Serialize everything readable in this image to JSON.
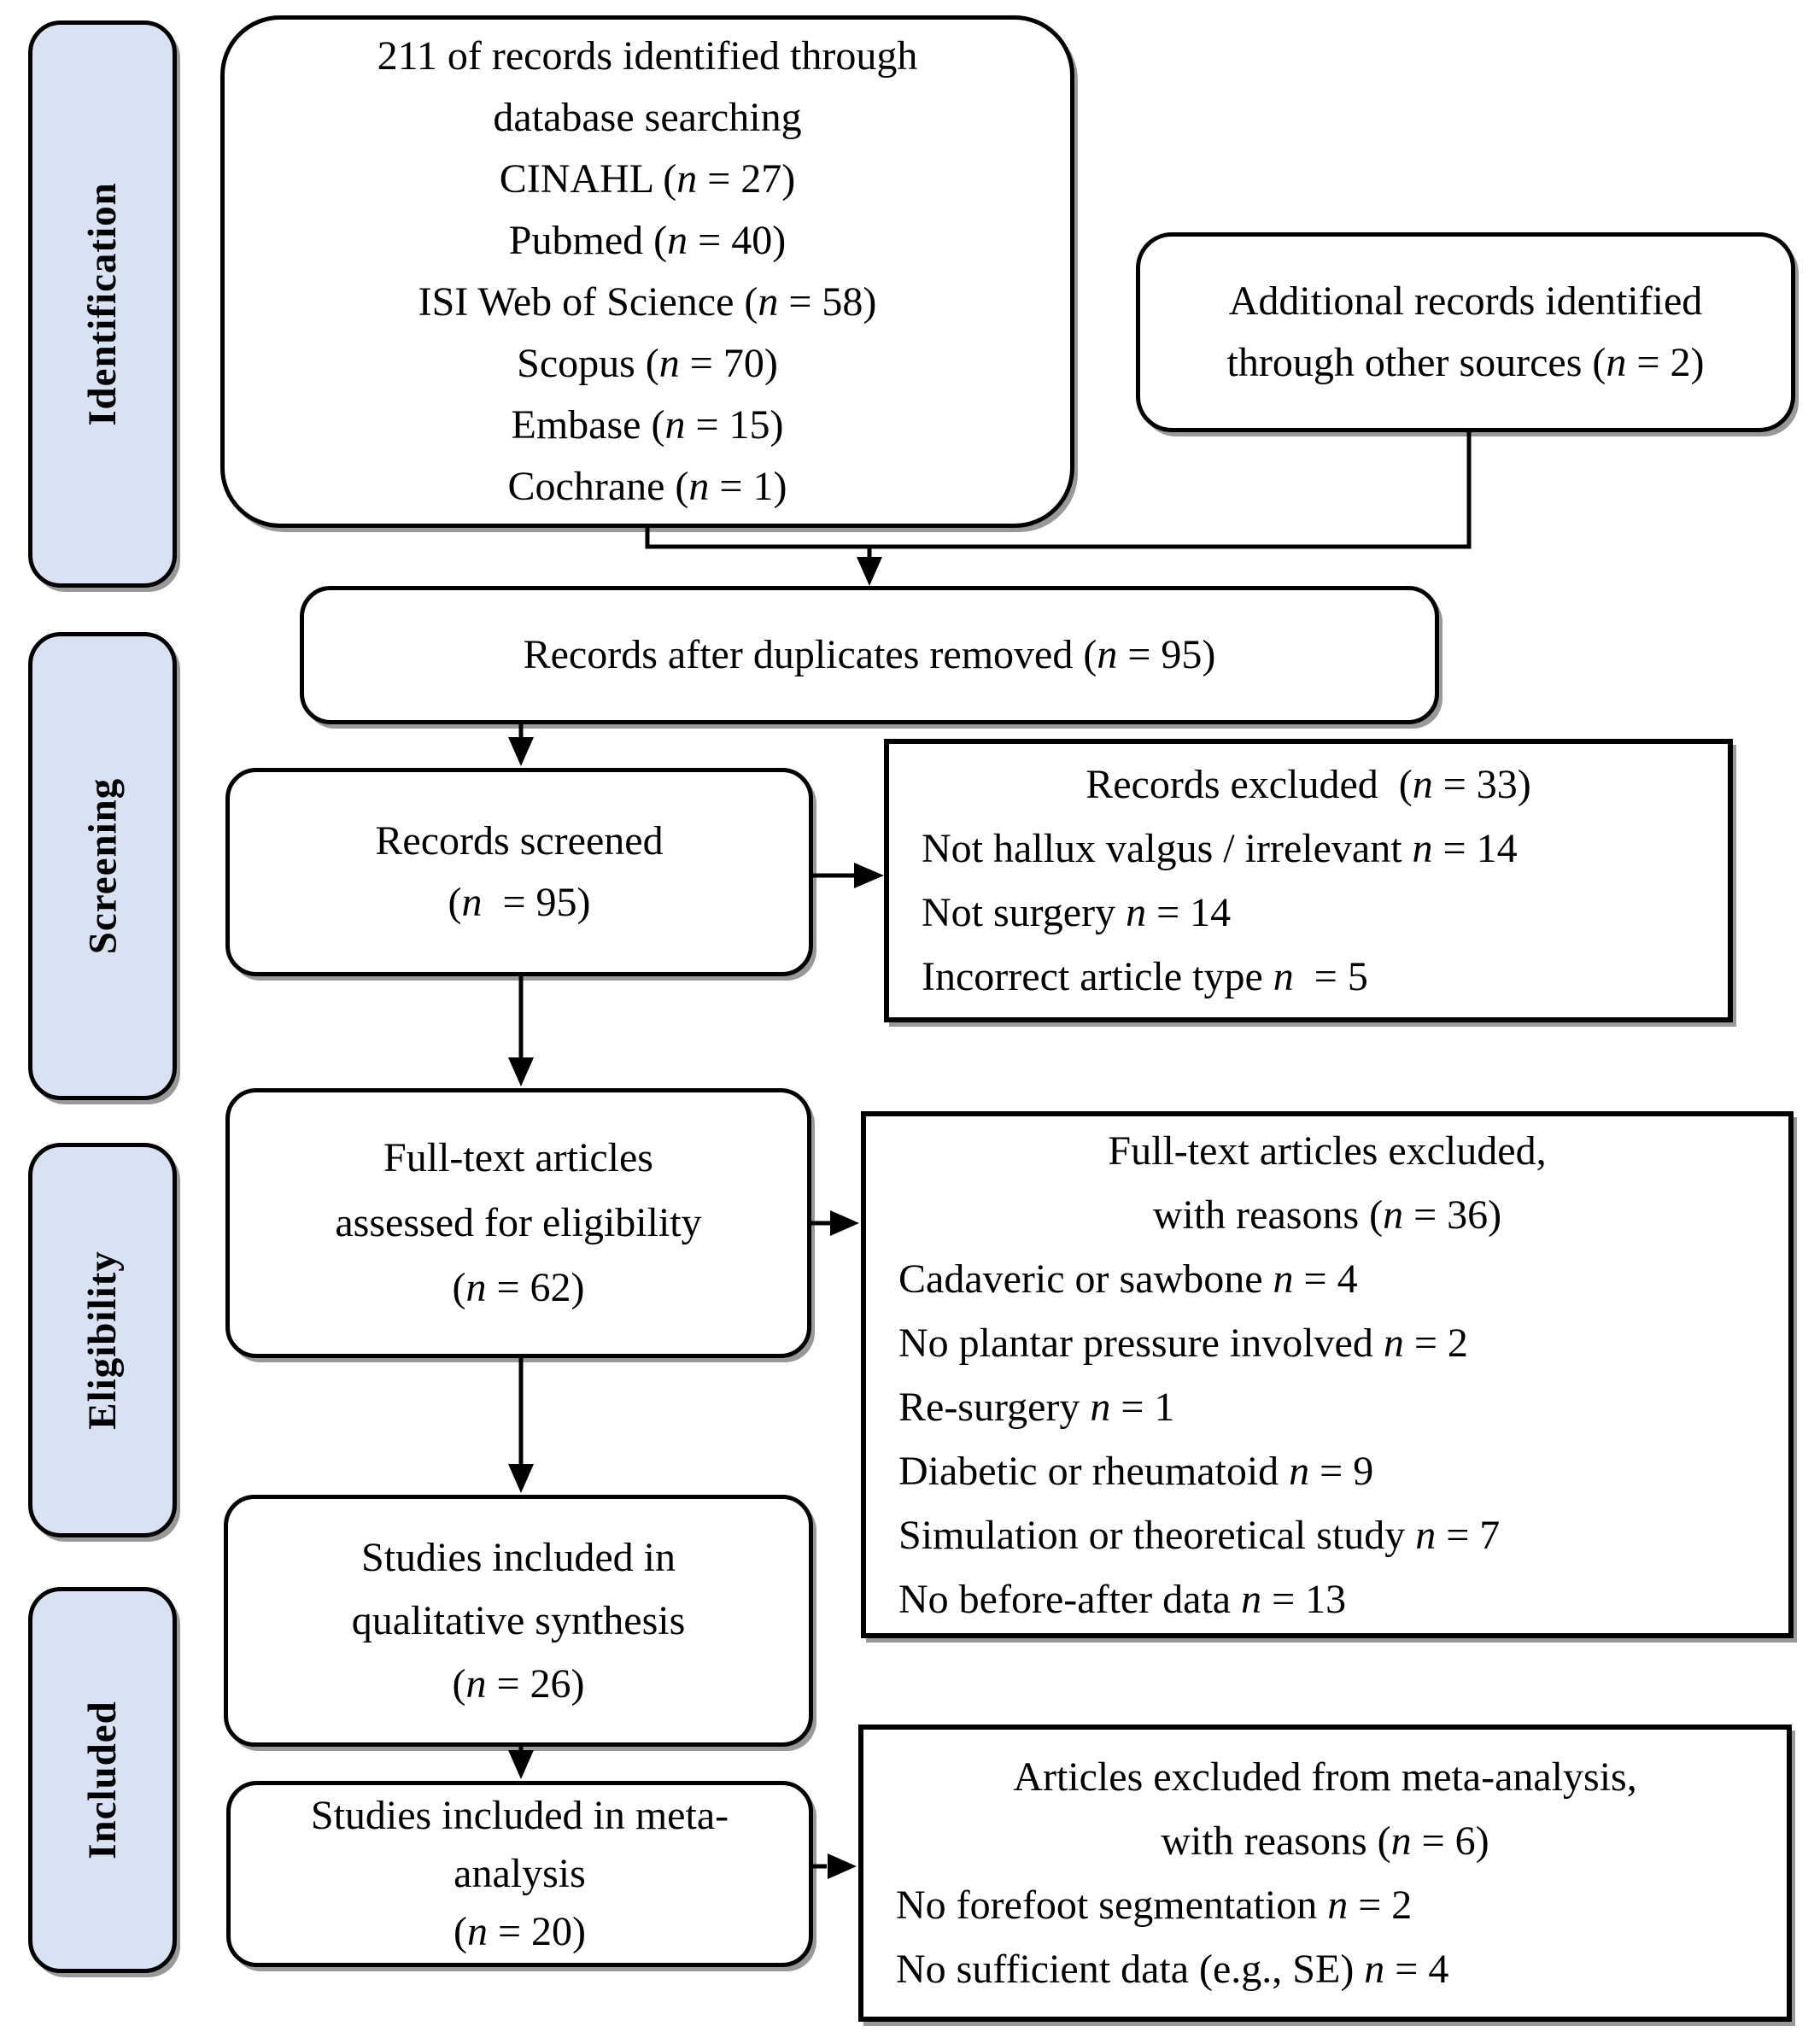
{
  "diagram": {
    "colors": {
      "stage_fill": "#d8e2f3",
      "box_border": "#000000",
      "background": "#ffffff"
    },
    "stages": [
      {
        "id": "identification",
        "label": "Identification"
      },
      {
        "id": "screening",
        "label": "Screening"
      },
      {
        "id": "eligibility",
        "label": "Eligibility"
      },
      {
        "id": "included",
        "label": "Included"
      }
    ],
    "boxes": {
      "identified": {
        "lines": [
          "211 of records identified through",
          "database searching",
          "CINAHL (n = 27)",
          "Pubmed (n = 40)",
          "ISI Web of Science (n = 58)",
          "Scopus (n = 70)",
          "Embase (n = 15)",
          "Cochrane (n = 1)"
        ]
      },
      "additional": {
        "lines": [
          "Additional records identified",
          "through other sources (n = 2)"
        ]
      },
      "deduplicated": {
        "lines": [
          "Records after duplicates removed (n = 95)"
        ]
      },
      "screened": {
        "lines": [
          "Records screened",
          "(n  = 95)"
        ]
      },
      "records_excluded": {
        "heading": [
          "Records excluded  (n = 33)"
        ],
        "reasons": [
          "Not hallux valgus / irrelevant n = 14",
          "Not surgery n = 14",
          "Incorrect article type n  = 5"
        ]
      },
      "fulltext_assessed": {
        "lines": [
          "Full-text articles",
          "assessed for eligibility",
          "(n = 62)"
        ]
      },
      "fulltext_excluded": {
        "heading": [
          "Full-text articles excluded,",
          "with reasons (n = 36)"
        ],
        "reasons": [
          "Cadaveric or sawbone n = 4",
          "No plantar pressure involved n = 2",
          "Re-surgery n = 1",
          "Diabetic or rheumatoid n = 9",
          "Simulation or theoretical study n = 7",
          "No before-after data n = 13"
        ]
      },
      "qualitative": {
        "lines": [
          "Studies included in",
          "qualitative synthesis",
          "(n = 26)"
        ]
      },
      "meta": {
        "lines": [
          "Studies included in meta-",
          "analysis",
          "(n = 20)"
        ]
      },
      "meta_excluded": {
        "heading": [
          "Articles excluded from meta-analysis,",
          "with reasons (n = 6)"
        ],
        "reasons": [
          "No forefoot segmentation n = 2",
          "No sufficient data (e.g., SE) n = 4"
        ]
      }
    }
  }
}
